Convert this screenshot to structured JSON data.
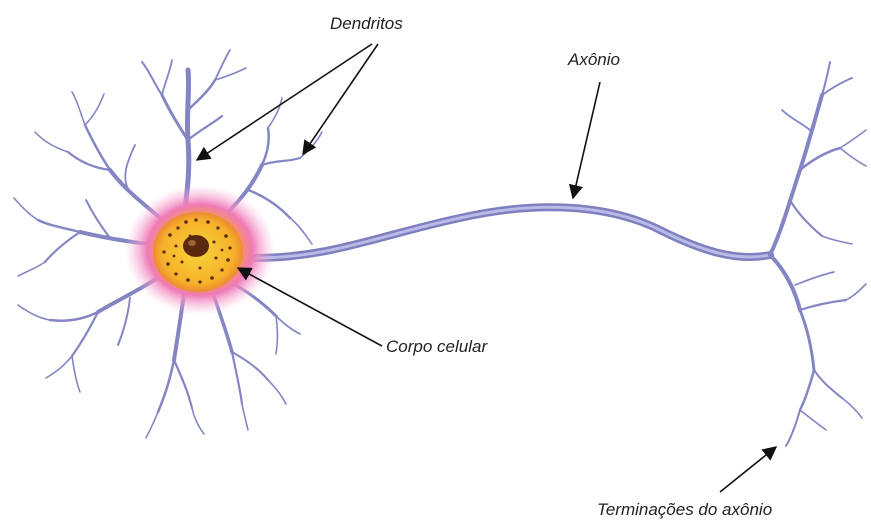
{
  "labels": {
    "dendrites": "Dendritos",
    "axon": "Axônio",
    "cell_body": "Corpo celular",
    "axon_terminals": "Terminações do axônio"
  },
  "colors": {
    "membrane": "#7d7fbf",
    "membrane_light": "#b9bbe6",
    "soma_glow": "#f07ab8",
    "soma_core": "#f5b12a",
    "soma_center": "#f8d23a",
    "nucleus": "#5a2a10",
    "arrow": "#111111"
  }
}
